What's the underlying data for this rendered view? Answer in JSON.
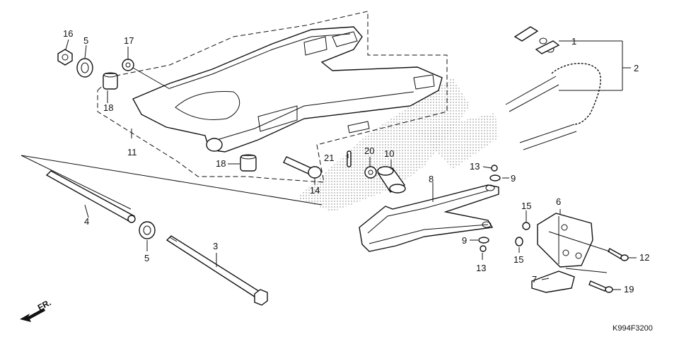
{
  "diagram_code": "K994F3200",
  "front_marker": "FR.",
  "callouts": [
    {
      "id": "c1",
      "text": "1"
    },
    {
      "id": "c2",
      "text": "2"
    },
    {
      "id": "c3",
      "text": "3"
    },
    {
      "id": "c4",
      "text": "4"
    },
    {
      "id": "c5a",
      "text": "5"
    },
    {
      "id": "c5b",
      "text": "5"
    },
    {
      "id": "c6",
      "text": "6"
    },
    {
      "id": "c7",
      "text": "7"
    },
    {
      "id": "c8",
      "text": "8"
    },
    {
      "id": "c9a",
      "text": "9"
    },
    {
      "id": "c9b",
      "text": "9"
    },
    {
      "id": "c10",
      "text": "10"
    },
    {
      "id": "c11",
      "text": "11"
    },
    {
      "id": "c12",
      "text": "12"
    },
    {
      "id": "c13a",
      "text": "13"
    },
    {
      "id": "c13b",
      "text": "13"
    },
    {
      "id": "c14",
      "text": "14"
    },
    {
      "id": "c15a",
      "text": "15"
    },
    {
      "id": "c15b",
      "text": "15"
    },
    {
      "id": "c16",
      "text": "16"
    },
    {
      "id": "c17",
      "text": "17"
    },
    {
      "id": "c18a",
      "text": "18"
    },
    {
      "id": "c18b",
      "text": "18"
    },
    {
      "id": "c19",
      "text": "19"
    },
    {
      "id": "c20",
      "text": "20"
    },
    {
      "id": "c21",
      "text": "21"
    }
  ]
}
